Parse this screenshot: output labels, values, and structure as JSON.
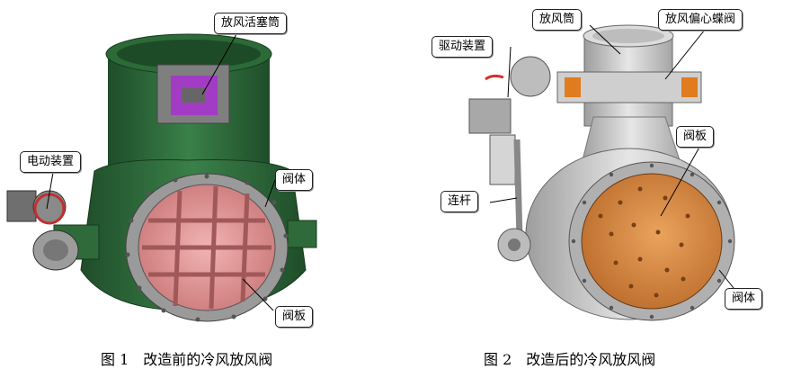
{
  "figure1": {
    "caption_num": "图 1",
    "caption_text": "改造前的冷风放风阀",
    "labels": {
      "piston": "放风活塞筒",
      "actuator": "电动装置",
      "body": "阀体",
      "plate": "阀板"
    },
    "colors": {
      "body": "#2f6b3a",
      "plate": "#d98b8b",
      "piston": "#a23cc4",
      "flange": "#9a9a9a"
    }
  },
  "figure2": {
    "caption_num": "图 2",
    "caption_text": "改造后的冷风放风阀",
    "labels": {
      "drive": "驱动装置",
      "tube": "放风筒",
      "butterfly": "放风偏心蝶阀",
      "plate": "阀板",
      "link": "连杆",
      "body": "阀体"
    },
    "colors": {
      "body": "#c9c9c9",
      "plate": "#d4893f",
      "accent": "#e07b1f"
    }
  }
}
